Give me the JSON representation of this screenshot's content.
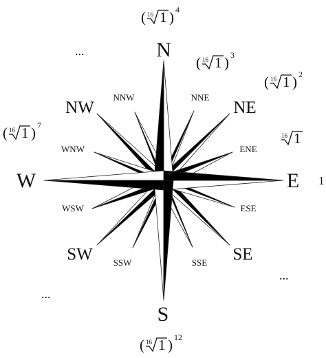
{
  "directions": {
    "n": "N",
    "e": "E",
    "s": "S",
    "w": "W",
    "ne": "NE",
    "se": "SE",
    "sw": "SW",
    "nw": "NW",
    "nne": "NNE",
    "ene": "ENE",
    "ese": "ESE",
    "sse": "SSE",
    "ssw": "SSW",
    "wsw": "WSW",
    "wnw": "WNW",
    "nnw": "NNW"
  },
  "roots": {
    "index": "16",
    "radicand": "1",
    "p2": "2",
    "p3": "3",
    "p4": "4",
    "p7": "7",
    "p12": "12",
    "one": "1",
    "ellipsis": "..."
  }
}
